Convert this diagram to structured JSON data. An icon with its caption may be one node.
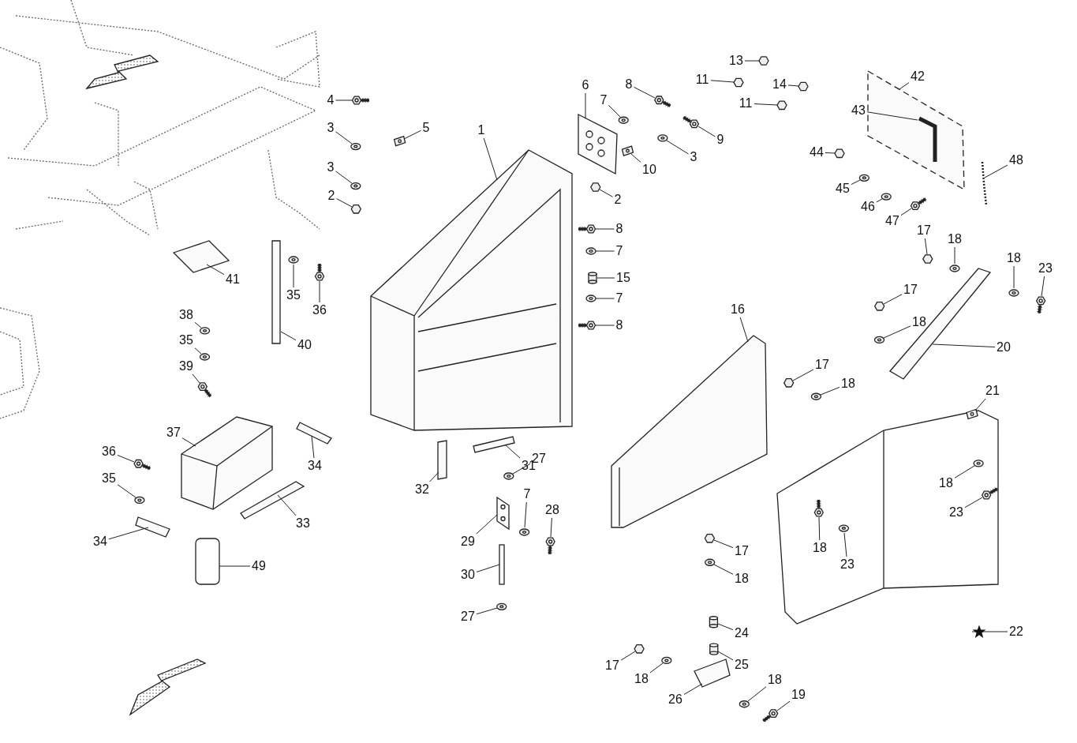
{
  "diagram": {
    "nodes": [
      {
        "text": [
          "13"
        ]
      },
      {
        "text": [
          "11"
        ]
      },
      {
        "text": [
          "42"
        ]
      },
      {
        "text": [
          "14"
        ]
      },
      {
        "text": [
          "11"
        ]
      },
      {
        "text": [
          "8"
        ]
      },
      {
        "text": [
          "6"
        ]
      },
      {
        "text": [
          "7"
        ]
      },
      {
        "text": [
          "4"
        ]
      },
      {
        "text": [
          "5"
        ]
      },
      {
        "text": [
          "9"
        ]
      },
      {
        "text": [
          "3"
        ]
      },
      {
        "text": [
          "3"
        ]
      },
      {
        "text": [
          "1"
        ]
      },
      {
        "text": [
          "48"
        ]
      },
      {
        "text": [
          "43"
        ]
      },
      {
        "text": [
          "3"
        ]
      },
      {
        "text": [
          "10"
        ]
      },
      {
        "text": [
          "2"
        ]
      },
      {
        "text": [
          "2"
        ]
      },
      {
        "text": [
          "44"
        ]
      },
      {
        "text": [
          "45"
        ]
      },
      {
        "text": [
          "46"
        ]
      },
      {
        "text": [
          "47"
        ]
      },
      {
        "text": [
          "8"
        ]
      },
      {
        "text": [
          "17"
        ]
      },
      {
        "text": [
          "18"
        ]
      },
      {
        "text": [
          "18"
        ]
      },
      {
        "text": [
          "23"
        ]
      },
      {
        "text": [
          "41"
        ]
      },
      {
        "text": [
          "7"
        ]
      },
      {
        "text": [
          "15"
        ]
      },
      {
        "text": [
          "16"
        ]
      },
      {
        "text": [
          "35"
        ]
      },
      {
        "text": [
          "36"
        ]
      },
      {
        "text": [
          "7"
        ]
      },
      {
        "text": [
          "17"
        ]
      },
      {
        "text": [
          "38"
        ]
      },
      {
        "text": [
          "8"
        ]
      },
      {
        "text": [
          "18"
        ]
      },
      {
        "text": [
          "20"
        ]
      },
      {
        "text": [
          "35"
        ]
      },
      {
        "text": [
          "40"
        ]
      },
      {
        "text": [
          "39"
        ]
      },
      {
        "text": [
          "17"
        ]
      },
      {
        "text": [
          "18"
        ]
      },
      {
        "text": [
          "21"
        ]
      },
      {
        "text": [
          "31"
        ]
      },
      {
        "text": [
          "37"
        ]
      },
      {
        "text": [
          "32"
        ]
      },
      {
        "text": [
          "36"
        ]
      },
      {
        "text": [
          "34"
        ]
      },
      {
        "text": [
          "27"
        ]
      },
      {
        "text": [
          "18"
        ]
      },
      {
        "text": [
          "35"
        ]
      },
      {
        "text": [
          "7"
        ]
      },
      {
        "text": [
          "28"
        ]
      },
      {
        "text": [
          "23"
        ]
      },
      {
        "text": [
          "33"
        ]
      },
      {
        "text": [
          "34"
        ]
      },
      {
        "text": [
          "29"
        ]
      },
      {
        "text": [
          "18"
        ]
      },
      {
        "text": [
          "23"
        ]
      },
      {
        "text": [
          "17"
        ]
      },
      {
        "text": [
          "49"
        ]
      },
      {
        "text": [
          "30"
        ]
      },
      {
        "text": [
          "18"
        ]
      },
      {
        "text": [
          "27"
        ]
      },
      {
        "text": [
          "22"
        ]
      },
      {
        "text": [],
        "shape": "star"
      },
      {
        "text": [
          "24"
        ]
      },
      {
        "text": [
          "25"
        ]
      },
      {
        "text": [
          "17"
        ]
      },
      {
        "text": [
          "18"
        ]
      },
      {
        "text": [
          "26"
        ]
      },
      {
        "text": [
          "18"
        ]
      },
      {
        "text": [
          "19"
        ]
      },
      {
        "text": [],
        "shape": "hexagon"
      },
      {
        "text": [],
        "shape": "hexagon"
      },
      {
        "text": [],
        "shape": "picture"
      },
      {
        "text": [],
        "shape": "hexagon"
      },
      {
        "text": [],
        "shape": "hexagon"
      },
      {
        "text": [],
        "shape": "picture"
      },
      {
        "text": [],
        "shape": "picture"
      },
      {
        "text": [],
        "shape": "picture"
      },
      {
        "text": [],
        "shape": "picture"
      },
      {
        "text": [],
        "shape": "picture"
      },
      {
        "text": [],
        "shape": "picture"
      },
      {
        "text": [],
        "shape": "picture"
      },
      {
        "text": [],
        "shape": "picture"
      },
      {
        "text": [],
        "shape": "picture"
      },
      {
        "text": [],
        "shape": "picture"
      },
      {
        "text": [],
        "shape": "picture",
        "in": 79
      },
      {
        "text": [],
        "shape": "picture"
      },
      {
        "text": [],
        "shape": "picture"
      },
      {
        "text": [],
        "shape": "hexagon"
      },
      {
        "text": [],
        "shape": "hexagon"
      },
      {
        "text": [],
        "shape": "hexagon"
      },
      {
        "text": [],
        "shape": "picture"
      },
      {
        "text": [],
        "shape": "picture"
      },
      {
        "text": [],
        "shape": "picture"
      },
      {
        "text": [],
        "shape": "picture"
      },
      {
        "text": [],
        "shape": "hexagon"
      },
      {
        "text": [],
        "shape": "picture"
      },
      {
        "text": [],
        "shape": "picture"
      },
      {
        "text": [],
        "shape": "picture"
      },
      {
        "text": [],
        "shape": "picture"
      },
      {
        "text": [],
        "shape": "picture"
      },
      {
        "text": [],
        "shape": "cylinder"
      },
      {
        "text": [],
        "shape": "picture"
      },
      {
        "text": [],
        "shape": "picture"
      },
      {
        "text": [],
        "shape": "picture"
      },
      {
        "text": [],
        "shape": "picture"
      },
      {
        "text": [],
        "shape": "hexagon"
      },
      {
        "text": [],
        "shape": "picture"
      },
      {
        "text": [],
        "shape": "picture"
      },
      {
        "text": [],
        "shape": "picture"
      },
      {
        "text": [],
        "shape": "picture"
      },
      {
        "text": [],
        "shape": "picture"
      },
      {
        "text": [],
        "shape": "bar"
      },
      {
        "text": [],
        "shape": "picture"
      },
      {
        "text": [],
        "shape": "hexagon"
      },
      {
        "text": [],
        "shape": "picture"
      },
      {
        "text": [],
        "shape": "picture"
      },
      {
        "text": [],
        "shape": "bar"
      },
      {
        "text": [],
        "shape": "picture"
      },
      {
        "text": [],
        "shape": "bar"
      },
      {
        "text": [],
        "shape": "picture"
      },
      {
        "text": [],
        "shape": "picture"
      },
      {
        "text": [],
        "shape": "picture"
      },
      {
        "text": [],
        "shape": "picture"
      },
      {
        "text": [],
        "shape": "picture"
      },
      {
        "text": [],
        "shape": "picture"
      },
      {
        "text": [],
        "shape": "picture"
      },
      {
        "text": [],
        "shape": "picture"
      },
      {
        "text": [],
        "shape": "bar"
      },
      {
        "text": [],
        "shape": "picture"
      },
      {
        "text": [],
        "shape": "picture"
      },
      {
        "text": [],
        "shape": "picture"
      },
      {
        "text": [],
        "shape": "picture"
      },
      {
        "text": [],
        "shape": "hexagon"
      },
      {
        "text": [],
        "shape": "picture"
      },
      {
        "text": [],
        "shape": "bar"
      },
      {
        "text": [],
        "shape": "picture"
      },
      {
        "text": [],
        "shape": "picture"
      },
      {
        "text": [],
        "shape": "cylinder"
      },
      {
        "text": [],
        "shape": "cylinder"
      },
      {
        "text": [],
        "shape": "hexagon"
      },
      {
        "text": [],
        "shape": "picture"
      },
      {
        "text": [],
        "shape": "picture"
      },
      {
        "text": [],
        "shape": "picture"
      },
      {
        "text": [],
        "shape": "picture"
      }
    ],
    "edges": [
      {
        "from": 0,
        "to": 77,
        "arrow": "none"
      },
      {
        "from": 1,
        "to": 78,
        "arrow": "none"
      },
      {
        "from": 2,
        "to": 79,
        "arrow": "none"
      },
      {
        "from": 3,
        "to": 80,
        "arrow": "none"
      },
      {
        "from": 4,
        "to": 81,
        "arrow": "none"
      },
      {
        "from": 5,
        "to": 82,
        "arrow": "none"
      },
      {
        "from": 6,
        "to": 83,
        "arrow": "none"
      },
      {
        "from": 7,
        "to": 84,
        "arrow": "none"
      },
      {
        "from": 8,
        "to": 85,
        "arrow": "none"
      },
      {
        "from": 9,
        "to": 86,
        "arrow": "none"
      },
      {
        "from": 10,
        "to": 87,
        "arrow": "none"
      },
      {
        "from": 11,
        "to": 88,
        "arrow": "none"
      },
      {
        "from": 12,
        "to": 89,
        "arrow": "none"
      },
      {
        "from": 13,
        "to": 90,
        "arrow": "none"
      },
      {
        "from": 14,
        "to": 91,
        "arrow": "none"
      },
      {
        "from": 15,
        "to": 92,
        "arrow": "none"
      },
      {
        "from": 16,
        "to": 93,
        "arrow": "none"
      },
      {
        "from": 17,
        "to": 94,
        "arrow": "none"
      },
      {
        "from": 18,
        "to": 95,
        "arrow": "none"
      },
      {
        "from": 19,
        "to": 96,
        "arrow": "none"
      },
      {
        "from": 20,
        "to": 97,
        "arrow": "none"
      },
      {
        "from": 21,
        "to": 98,
        "arrow": "none"
      },
      {
        "from": 22,
        "to": 99,
        "arrow": "none"
      },
      {
        "from": 23,
        "to": 100,
        "arrow": "none"
      },
      {
        "from": 24,
        "to": 101,
        "arrow": "none"
      },
      {
        "from": 25,
        "to": 102,
        "arrow": "none"
      },
      {
        "from": 26,
        "to": 103,
        "arrow": "none"
      },
      {
        "from": 27,
        "to": 104,
        "arrow": "none"
      },
      {
        "from": 28,
        "to": 105,
        "arrow": "none"
      },
      {
        "from": 29,
        "to": 106,
        "arrow": "none"
      },
      {
        "from": 30,
        "to": 107,
        "arrow": "none"
      },
      {
        "from": 31,
        "to": 108,
        "arrow": "none"
      },
      {
        "from": 32,
        "to": 109,
        "arrow": "none"
      },
      {
        "from": 33,
        "to": 110,
        "arrow": "none"
      },
      {
        "from": 34,
        "to": 111,
        "arrow": "none"
      },
      {
        "from": 35,
        "to": 112,
        "arrow": "none"
      },
      {
        "from": 36,
        "to": 113,
        "arrow": "none"
      },
      {
        "from": 37,
        "to": 114,
        "arrow": "none"
      },
      {
        "from": 38,
        "to": 115,
        "arrow": "none"
      },
      {
        "from": 39,
        "to": 116,
        "arrow": "none"
      },
      {
        "from": 40,
        "to": 117,
        "arrow": "none"
      },
      {
        "from": 41,
        "to": 118,
        "arrow": "none"
      },
      {
        "from": 42,
        "to": 119,
        "arrow": "none"
      },
      {
        "from": 43,
        "to": 120,
        "arrow": "none"
      },
      {
        "from": 44,
        "to": 121,
        "arrow": "none"
      },
      {
        "from": 45,
        "to": 122,
        "arrow": "none"
      },
      {
        "from": 46,
        "to": 123,
        "arrow": "none"
      },
      {
        "from": 47,
        "to": 124,
        "arrow": "none"
      },
      {
        "from": 48,
        "to": 125,
        "arrow": "none"
      },
      {
        "from": 49,
        "to": 126,
        "arrow": "none"
      },
      {
        "from": 50,
        "to": 127,
        "arrow": "none"
      },
      {
        "from": 51,
        "to": 128,
        "arrow": "none"
      },
      {
        "from": 52,
        "to": 129,
        "arrow": "none"
      },
      {
        "from": 53,
        "to": 130,
        "arrow": "none"
      },
      {
        "from": 54,
        "to": 131,
        "arrow": "none"
      },
      {
        "from": 55,
        "to": 132,
        "arrow": "none"
      },
      {
        "from": 56,
        "to": 133,
        "arrow": "none"
      },
      {
        "from": 57,
        "to": 134,
        "arrow": "none"
      },
      {
        "from": 58,
        "to": 135,
        "arrow": "none"
      },
      {
        "from": 59,
        "to": 136,
        "arrow": "none"
      },
      {
        "from": 60,
        "to": 137,
        "arrow": "none"
      },
      {
        "from": 61,
        "to": 138,
        "arrow": "none"
      },
      {
        "from": 62,
        "to": 139,
        "arrow": "none"
      },
      {
        "from": 63,
        "to": 140,
        "arrow": "none"
      },
      {
        "from": 64,
        "to": 141,
        "arrow": "none"
      },
      {
        "from": 65,
        "to": 142,
        "arrow": "none"
      },
      {
        "from": 66,
        "to": 143,
        "arrow": "none"
      },
      {
        "from": 67,
        "to": 144,
        "arrow": "none"
      },
      {
        "from": 68,
        "to": 69,
        "arrow": "none"
      },
      {
        "from": 70,
        "to": 145,
        "arrow": "none"
      },
      {
        "from": 71,
        "to": 146,
        "arrow": "none"
      },
      {
        "from": 72,
        "to": 147,
        "arrow": "none"
      },
      {
        "from": 73,
        "to": 148,
        "arrow": "none"
      },
      {
        "from": 74,
        "to": 149,
        "arrow": "none"
      },
      {
        "from": 75,
        "to": 150,
        "arrow": "none"
      },
      {
        "from": 76,
        "to": 151,
        "arrow": "none"
      }
    ]
  }
}
